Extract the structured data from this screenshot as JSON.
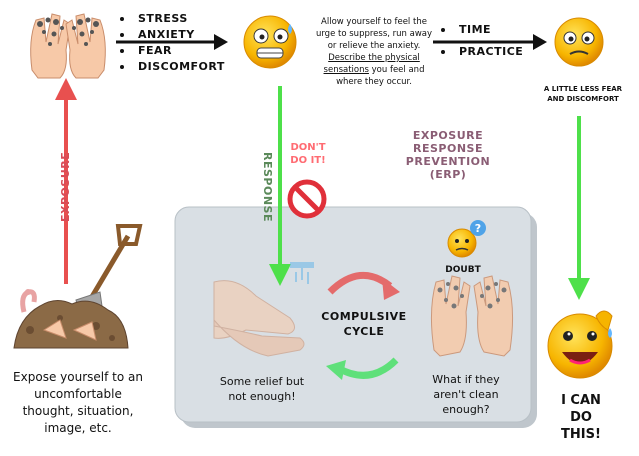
{
  "stressors": [
    "STRESS",
    "ANXIETY",
    "FEAR",
    "DISCOMFORT"
  ],
  "urge_text": {
    "line1": "Allow yourself to feel the urge to suppress, run away or relieve the anxiety.",
    "underlined": "Describe the physical sensations",
    "line2": "you feel and where they occur."
  },
  "tools": [
    "TIME",
    "PRACTICE"
  ],
  "less_fear": "A LITTLE LESS FEAR AND DISCOMFORT",
  "exposure_label": "EXPOSURE",
  "response_label": "RESPONSE",
  "dont_do_it": "DON'T DO IT!",
  "erp_title": "EXPOSURE RESPONSE PREVENTION (ERP)",
  "doubt": "DOUBT",
  "cycle": "COMPULSIVE CYCLE",
  "relief": "Some relief but not enough!",
  "what_if": "What if they aren't clean enough?",
  "expose": "Expose yourself to an uncomfortable thought, situation, image, etc.",
  "i_can": "I CAN DO THIS!",
  "colors": {
    "black_arrow": "#111111",
    "green_arrow": "#4ee04a",
    "red_arrow": "#e8504f",
    "panel_bg": "#d9dfe4",
    "cycle_red": "#e46b6b",
    "cycle_green": "#5fe07a",
    "erp_text": "#8a5d74",
    "emoji_yellow": "#f6b400"
  }
}
